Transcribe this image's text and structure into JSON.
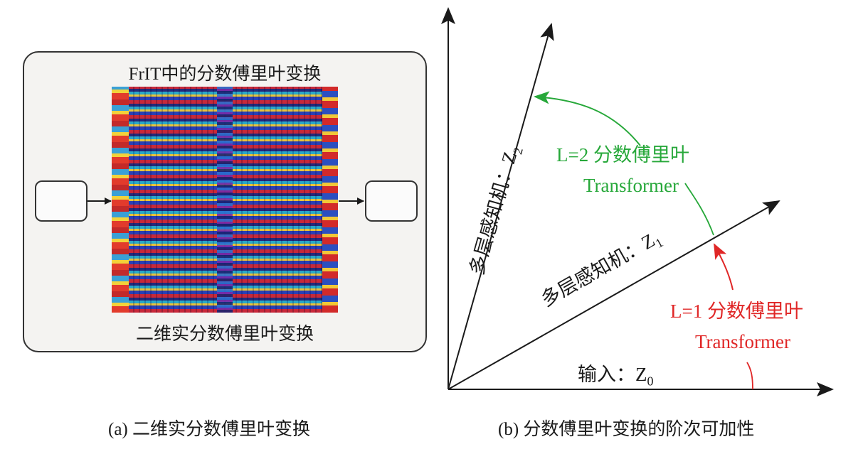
{
  "panel_a": {
    "title": "FrIT中的分数傅里叶变换",
    "inner_caption": "二维实分数傅里叶变换",
    "caption": "(a)  二维实分数傅里叶变换"
  },
  "panel_b": {
    "caption": "(b)  分数傅里叶变换的阶次可加性",
    "axis_z0_label": "输入：Z",
    "axis_z0_sub": "0",
    "axis_z1_label": "多层感知机：Z",
    "axis_z1_sub": "1",
    "axis_z2_label": "多层感知机：Z",
    "axis_z2_sub": "2",
    "annotation_l2": {
      "line1": "L=2 分数傅里叶",
      "line2": "Transformer",
      "color": "#27a83a"
    },
    "annotation_l1": {
      "line1": "L=1 分数傅里叶",
      "line2": "Transformer",
      "color": "#e02727"
    }
  }
}
